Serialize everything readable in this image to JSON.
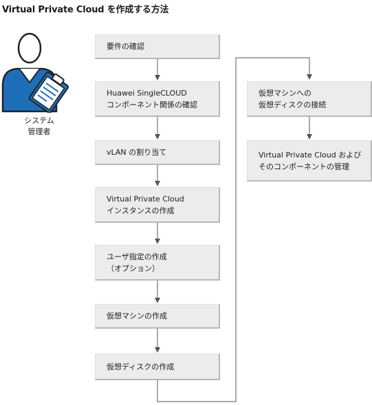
{
  "title": "Virtual Private Cloud を作成する方法",
  "role": {
    "line1": "システム",
    "line2": "管理者",
    "icon": "administrator-clipboard-icon"
  },
  "steps": [
    {
      "line1": "要件の確認",
      "line2": ""
    },
    {
      "line1": "Huawei SingleCLOUD",
      "line2": "コンポーネント関係の確認"
    },
    {
      "line1": "vLAN の割り当て",
      "line2": ""
    },
    {
      "line1": "Virtual Private Cloud",
      "line2": "インスタンスの作成"
    },
    {
      "line1": "ユーザ指定の作成",
      "line2": "（オプション）"
    },
    {
      "line1": "仮想マシンの作成",
      "line2": ""
    },
    {
      "line1": "仮想ディスクの作成",
      "line2": ""
    },
    {
      "line1": "仮想マシンへの",
      "line2": "仮想ディスクの接続"
    },
    {
      "line1": "Virtual Private Cloud および",
      "line2": "そのコンポーネントの管理"
    }
  ],
  "colors": {
    "box": "#ececec",
    "line": "#555555",
    "icon_blue": "#1e6fb9"
  }
}
